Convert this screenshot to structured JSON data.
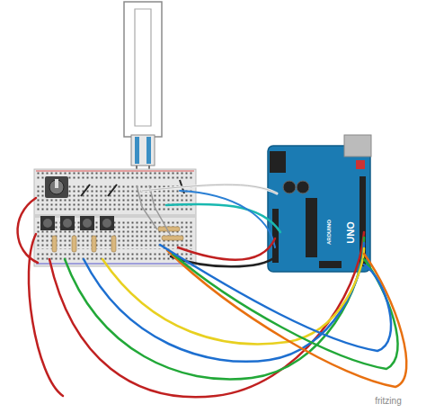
{
  "diagram": {
    "labels": [
      "ARDUINO",
      "UNO",
      "fritzing"
    ]
  }
}
